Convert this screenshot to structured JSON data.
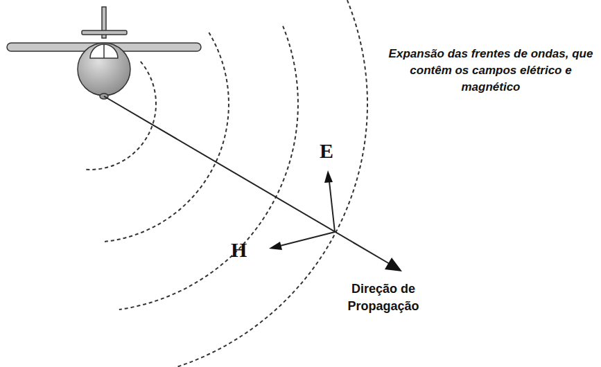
{
  "diagram": {
    "labels": [
      "Expansão das frentes de ondas, que contêm os campos elétrico e magnético",
      "E",
      "H",
      "Direção de Propagação"
    ]
  }
}
